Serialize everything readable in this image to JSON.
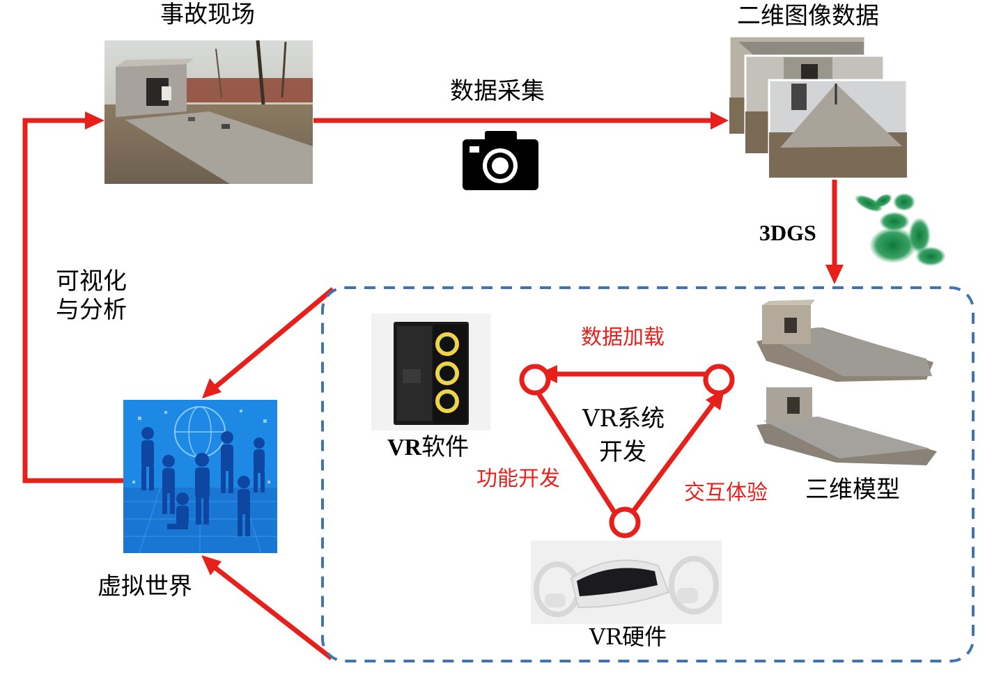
{
  "labels": {
    "accident_scene": "事故现场",
    "image_data": "二维图像数据",
    "data_collection": "数据采集",
    "method": "3DGS",
    "viz_line1": "可视化",
    "viz_line2": "与分析",
    "virtual_world": "虚拟世界",
    "vr_software_prefix": "VR",
    "vr_software_suffix": "软件",
    "vr_hardware": "VR硬件",
    "vr_system_line1": "VR系统",
    "vr_system_line2": "开发",
    "data_loading": "数据加载",
    "function_dev": "功能开发",
    "interaction": "交互体验",
    "model_3d": "三维模型"
  },
  "colors": {
    "arrow_red": "#e8201c",
    "box_blue": "#3e74b5",
    "label_red": "#e8201c",
    "world_blue": "#1e88e5"
  },
  "icons": {
    "camera": "camera-icon",
    "gaussian": "gaussian-splat-icon"
  }
}
